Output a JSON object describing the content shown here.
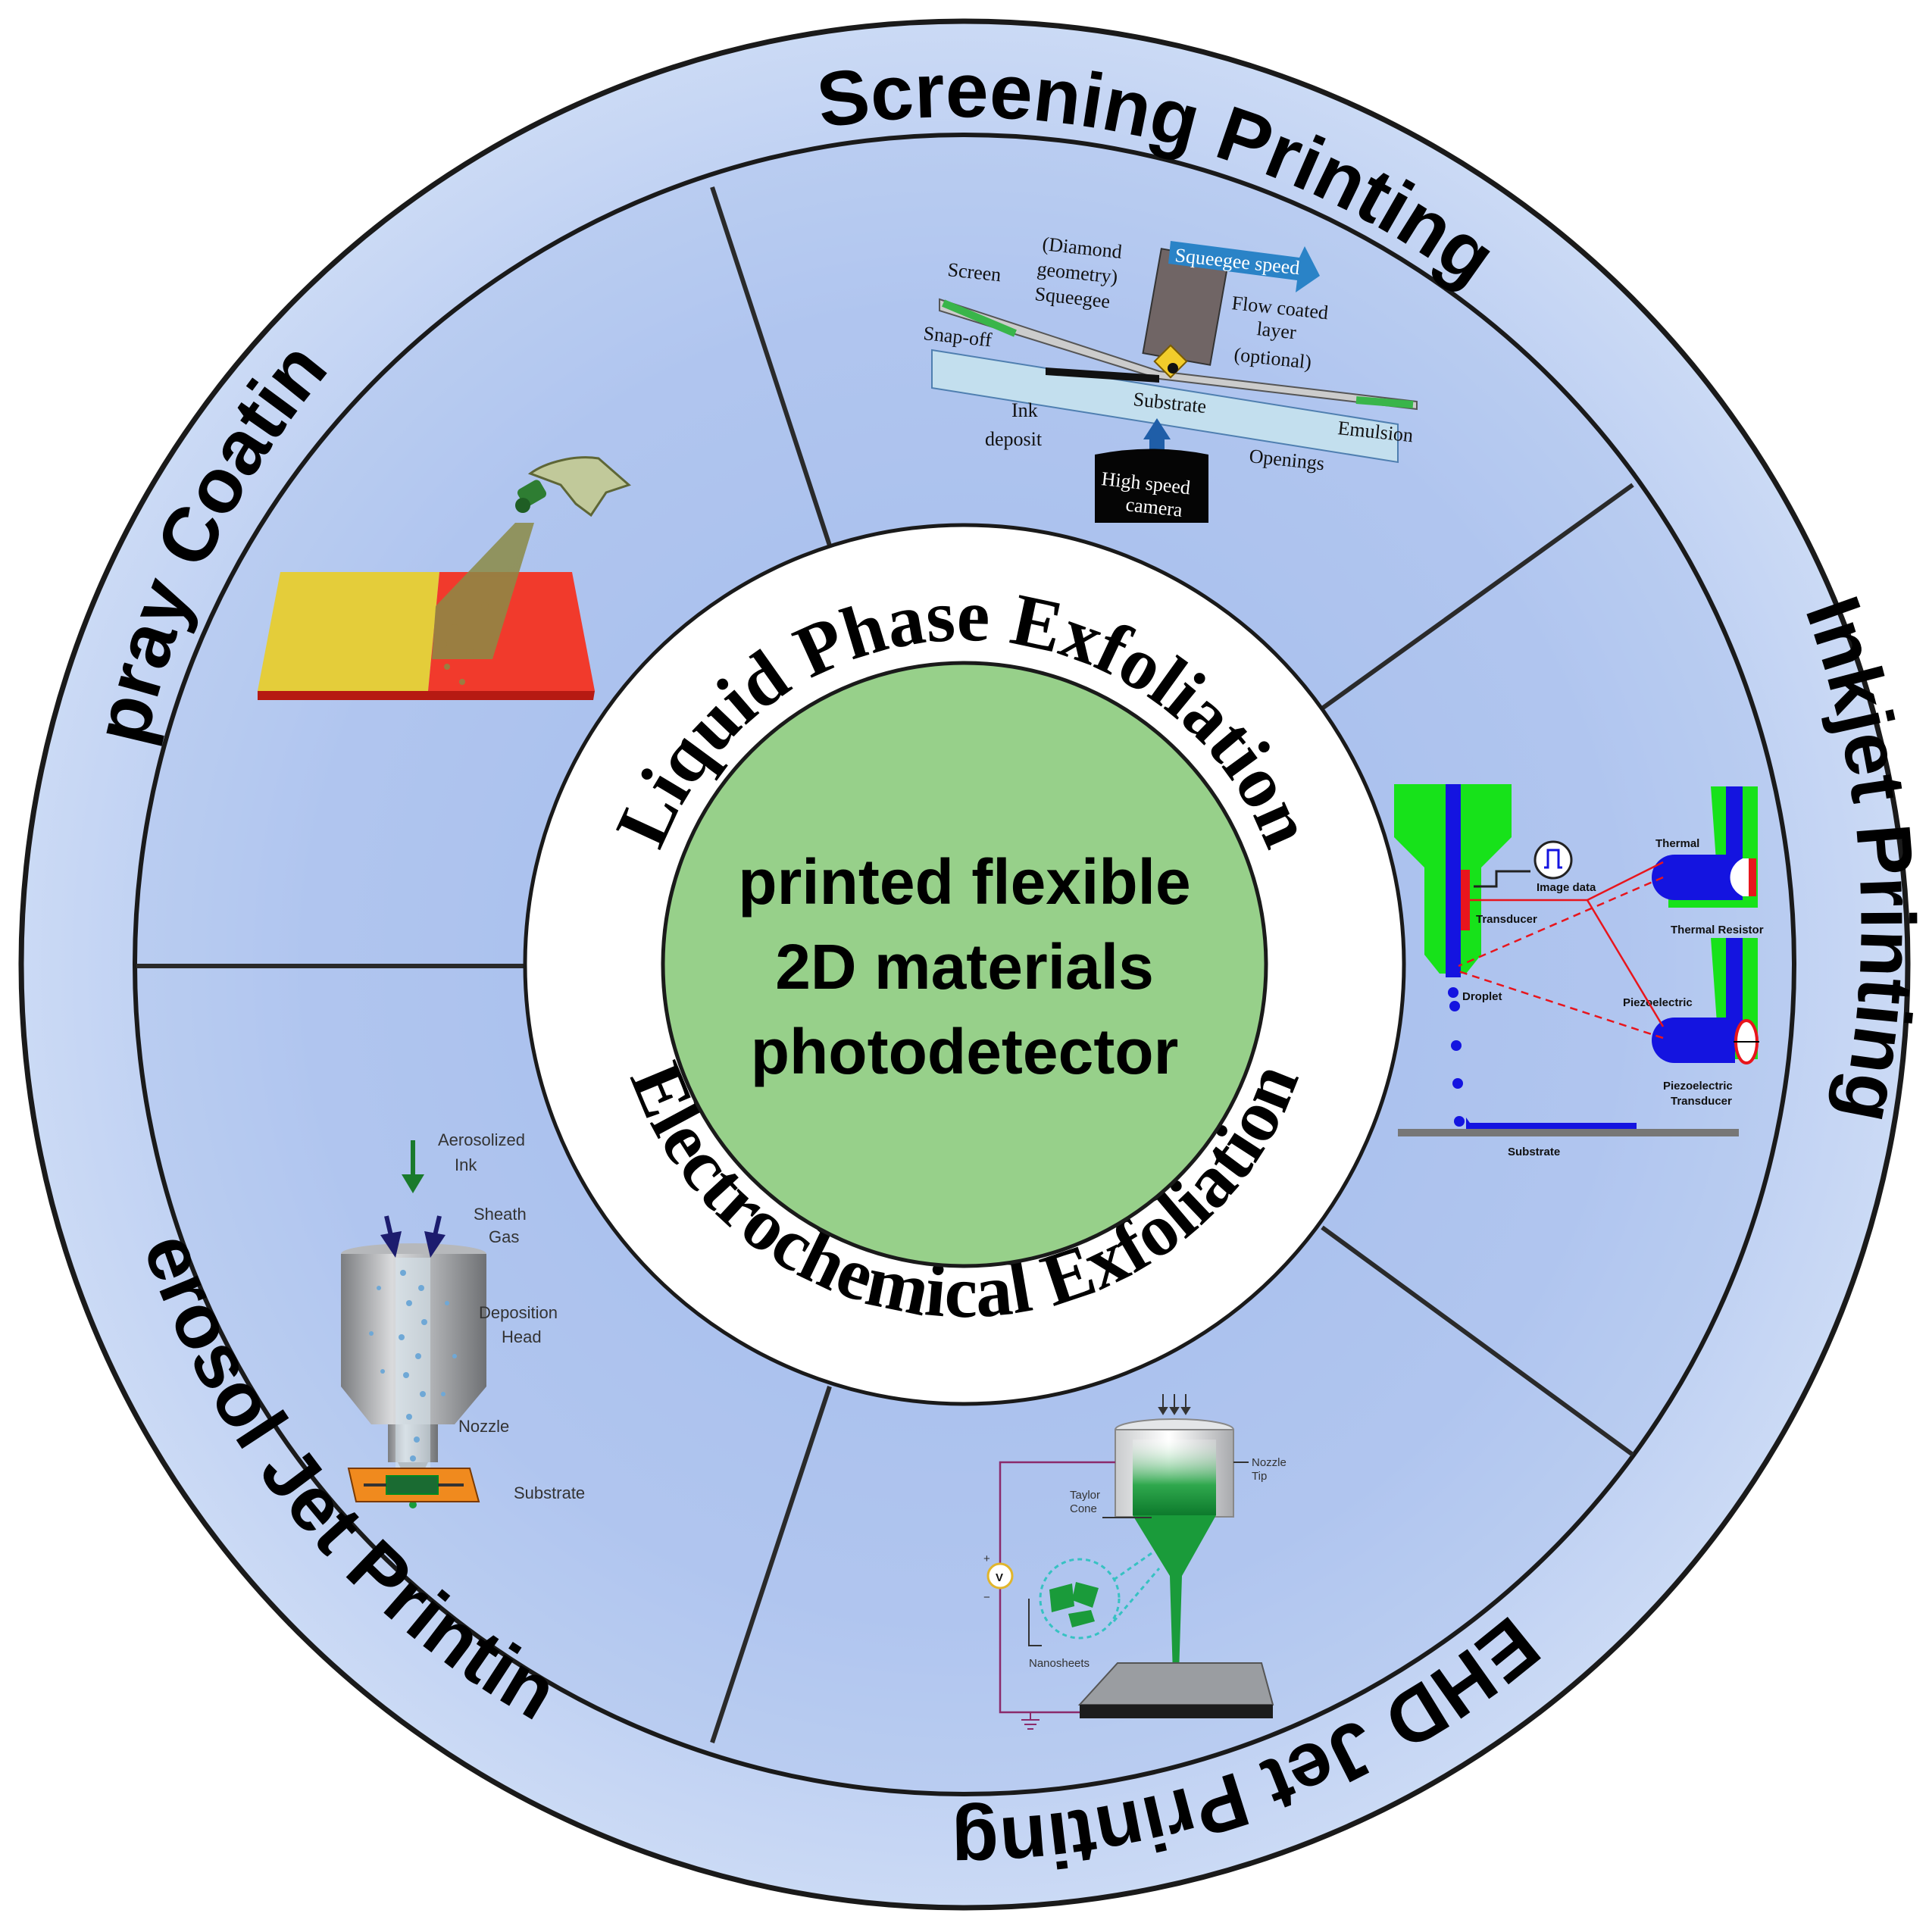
{
  "center": {
    "lines": [
      "printed flexible",
      "2D materials",
      "photodetector"
    ],
    "color": "#97d08a"
  },
  "ring": {
    "top": "Liquid Phase Exfoliation",
    "bottom": "Electrochemical Exfoliation"
  },
  "sections": {
    "screening": "Screening Printing",
    "inkjet": "Inkjet Printing",
    "ehd": "EHD Jet Printing",
    "aerosol": "Aerosol Jet Printing",
    "spray": "Spray Coating"
  },
  "screen_diagram": {
    "screen": "Screen",
    "diamond1": "(Diamond",
    "diamond2": "geometry)",
    "squeegee": "Squeegee",
    "speed": "Squeegee speed",
    "flow1": "Flow coated",
    "flow2": "layer",
    "flow3": "(optional)",
    "snap": "Snap-off",
    "substrate": "Substrate",
    "emulsion": "Emulsion",
    "ink1": "Ink",
    "ink2": "deposit",
    "openings": "Openings",
    "cam1": "High speed",
    "cam2": "camera"
  },
  "inkjet_diagram": {
    "image_data": "Image data",
    "transducer": "Transducer",
    "thermal": "Thermal",
    "thermal_resistor": "Thermal Resistor",
    "droplet": "Droplet",
    "piezoelectric": "Piezoelectric",
    "piezo_transducer1": "Piezoelectric",
    "piezo_transducer2": "Transducer",
    "substrate": "Substrate"
  },
  "aerosol_diagram": {
    "aero1": "Aerosolized",
    "aero2": "Ink",
    "sheath1": "Sheath",
    "sheath2": "Gas",
    "dep1": "Deposition",
    "dep2": "Head",
    "nozzle": "Nozzle",
    "substrate": "Substrate"
  },
  "ehd_diagram": {
    "nozzle1": "Nozzle",
    "nozzle2": "Tip",
    "taylor1": "Taylor",
    "taylor2": "Cone",
    "volt": "V",
    "plus": "+",
    "minus": "−",
    "nanosheets": "Nanosheets"
  },
  "colors": {
    "outer_fill": "#c2d3f2",
    "inner_fill": "#a9c0ed",
    "outline": "#1a1a1a",
    "spray_yellow": "#e4cd3a",
    "spray_red": "#f13a2c",
    "inkjet_green": "#17e21a",
    "inkjet_blue": "#1414e0",
    "inkjet_red": "#e8151c",
    "ehd_green": "#1a9b3a",
    "pcb_orange": "#f08a1e"
  }
}
